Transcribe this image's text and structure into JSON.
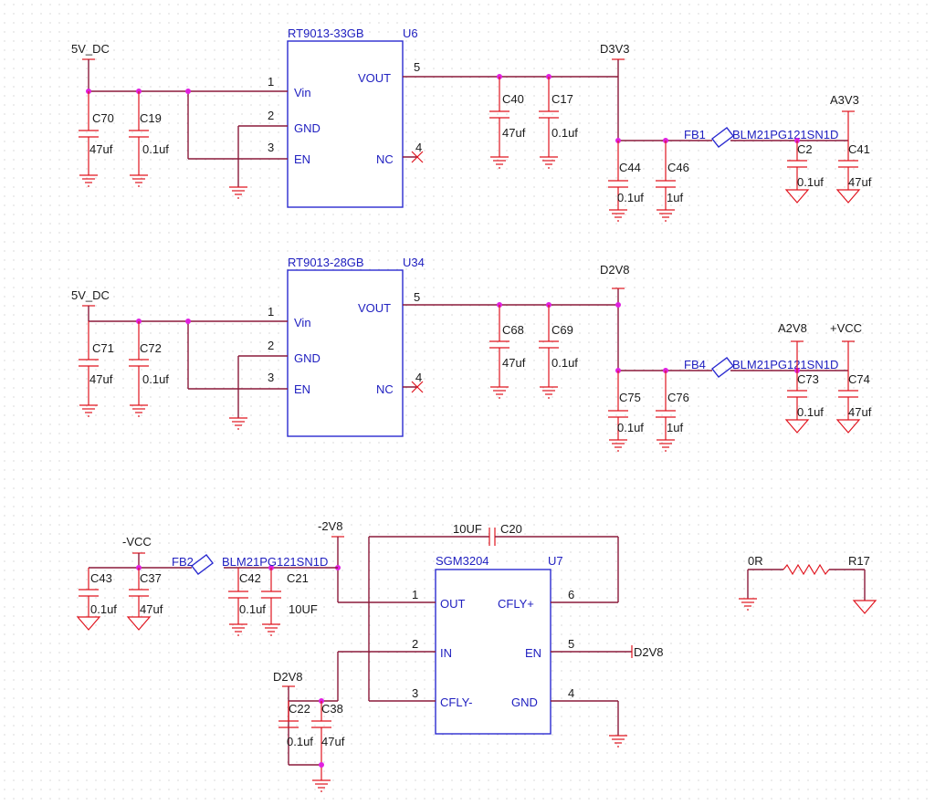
{
  "section_a": {
    "ic_part": "RT9013-33GB",
    "ic_ref": "U6",
    "pin_vin": "Vin",
    "pin_gnd": "GND",
    "pin_en": "EN",
    "pin_vout": "VOUT",
    "pin_nc": "NC",
    "pin1": "1",
    "pin2": "2",
    "pin3": "3",
    "pin4": "4",
    "pin5": "5",
    "input_net": "5V_DC",
    "output_net": "D3V3",
    "analog_net": "A3V3",
    "c_in1": "C70",
    "c_in1_val": "47uf",
    "c_in2": "C19",
    "c_in2_val": "0.1uf",
    "c_out1": "C40",
    "c_out1_val": "47uf",
    "c_out2": "C17",
    "c_out2_val": "0.1uf",
    "c_f1": "C44",
    "c_f1_val": "0.1uf",
    "c_f2": "C46",
    "c_f2_val": "1uf",
    "fb": "FB1",
    "fb_val": "BLM21PG121SN1D",
    "c_a1": "C2",
    "c_a1_val": "0.1uf",
    "c_a2": "C41",
    "c_a2_val": "47uf"
  },
  "section_b": {
    "ic_part": "RT9013-28GB",
    "ic_ref": "U34",
    "pin_vin": "Vin",
    "pin_gnd": "GND",
    "pin_en": "EN",
    "pin_vout": "VOUT",
    "pin_nc": "NC",
    "pin1": "1",
    "pin2": "2",
    "pin3": "3",
    "pin4": "4",
    "pin5": "5",
    "input_net": "5V_DC",
    "output_net": "D2V8",
    "analog_net": "A2V8",
    "vcc_net": "+VCC",
    "c_in1": "C71",
    "c_in1_val": "47uf",
    "c_in2": "C72",
    "c_in2_val": "0.1uf",
    "c_out1": "C68",
    "c_out1_val": "47uf",
    "c_out2": "C69",
    "c_out2_val": "0.1uf",
    "c_f1": "C75",
    "c_f1_val": "0.1uf",
    "c_f2": "C76",
    "c_f2_val": "1uf",
    "fb": "FB4",
    "fb_val": "BLM21PG121SN1D",
    "c_a1": "C73",
    "c_a1_val": "0.1uf",
    "c_a2": "C74",
    "c_a2_val": "47uf"
  },
  "section_c": {
    "ic_part": "SGM3204",
    "ic_ref": "U7",
    "pin_out": "OUT",
    "pin_in": "IN",
    "pin_cflym": "CFLY-",
    "pin_cflyp": "CFLY+",
    "pin_en": "EN",
    "pin_gnd": "GND",
    "pin1": "1",
    "pin2": "2",
    "pin3": "3",
    "pin4": "4",
    "pin5": "5",
    "pin6": "6",
    "neg_net": "-2V8",
    "vcc_net": "-VCC",
    "in_net": "D2V8",
    "en_net": "D2V8",
    "cfly_val": "10UF",
    "cfly": "C20",
    "c1": "C43",
    "c1_val": "0.1uf",
    "c2": "C37",
    "c2_val": "47uf",
    "fb": "FB2",
    "fb_val": "BLM21PG121SN1D",
    "c3": "C42",
    "c3_val": "0.1uf",
    "c4": "C21",
    "c4_val": "10UF",
    "c5": "C22",
    "c5_val": "0.1uf",
    "c6": "C38",
    "c6_val": "47uf"
  },
  "resistor": {
    "value": "0R",
    "ref": "R17"
  }
}
